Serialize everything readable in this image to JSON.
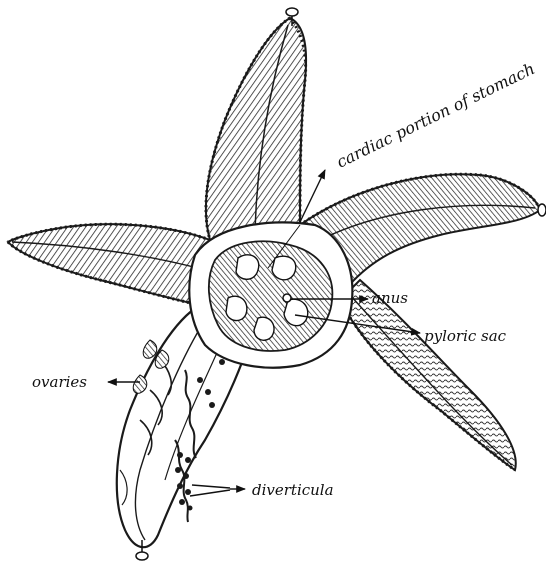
{
  "labels": {
    "cardiac": "cardiac portion of stomach",
    "anus": "anus",
    "pyloric": "pyloric sac",
    "ovaries": "ovaries",
    "diverticula": "diverticula"
  },
  "colors": {
    "ink": "#1a1a1a",
    "paper": "#ffffff",
    "shade": "#555555"
  }
}
